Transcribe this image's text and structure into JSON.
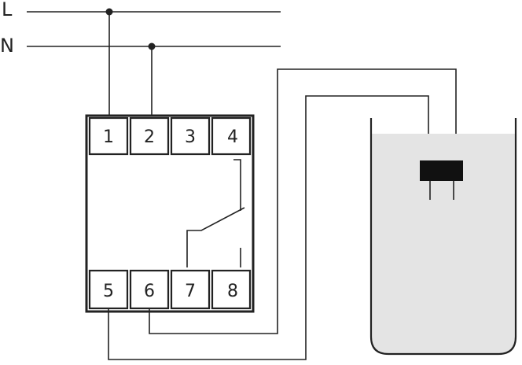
{
  "lines": [
    {
      "id": "L",
      "label": "L"
    },
    {
      "id": "N",
      "label": "N"
    }
  ],
  "terminals_top": [
    "1",
    "2",
    "3",
    "4"
  ],
  "terminals_bottom": [
    "5",
    "6",
    "7",
    "8"
  ],
  "colors": {
    "ink": "#222222",
    "liquid": "#e4e4e4",
    "probe": "#111111",
    "background": "#ffffff"
  }
}
